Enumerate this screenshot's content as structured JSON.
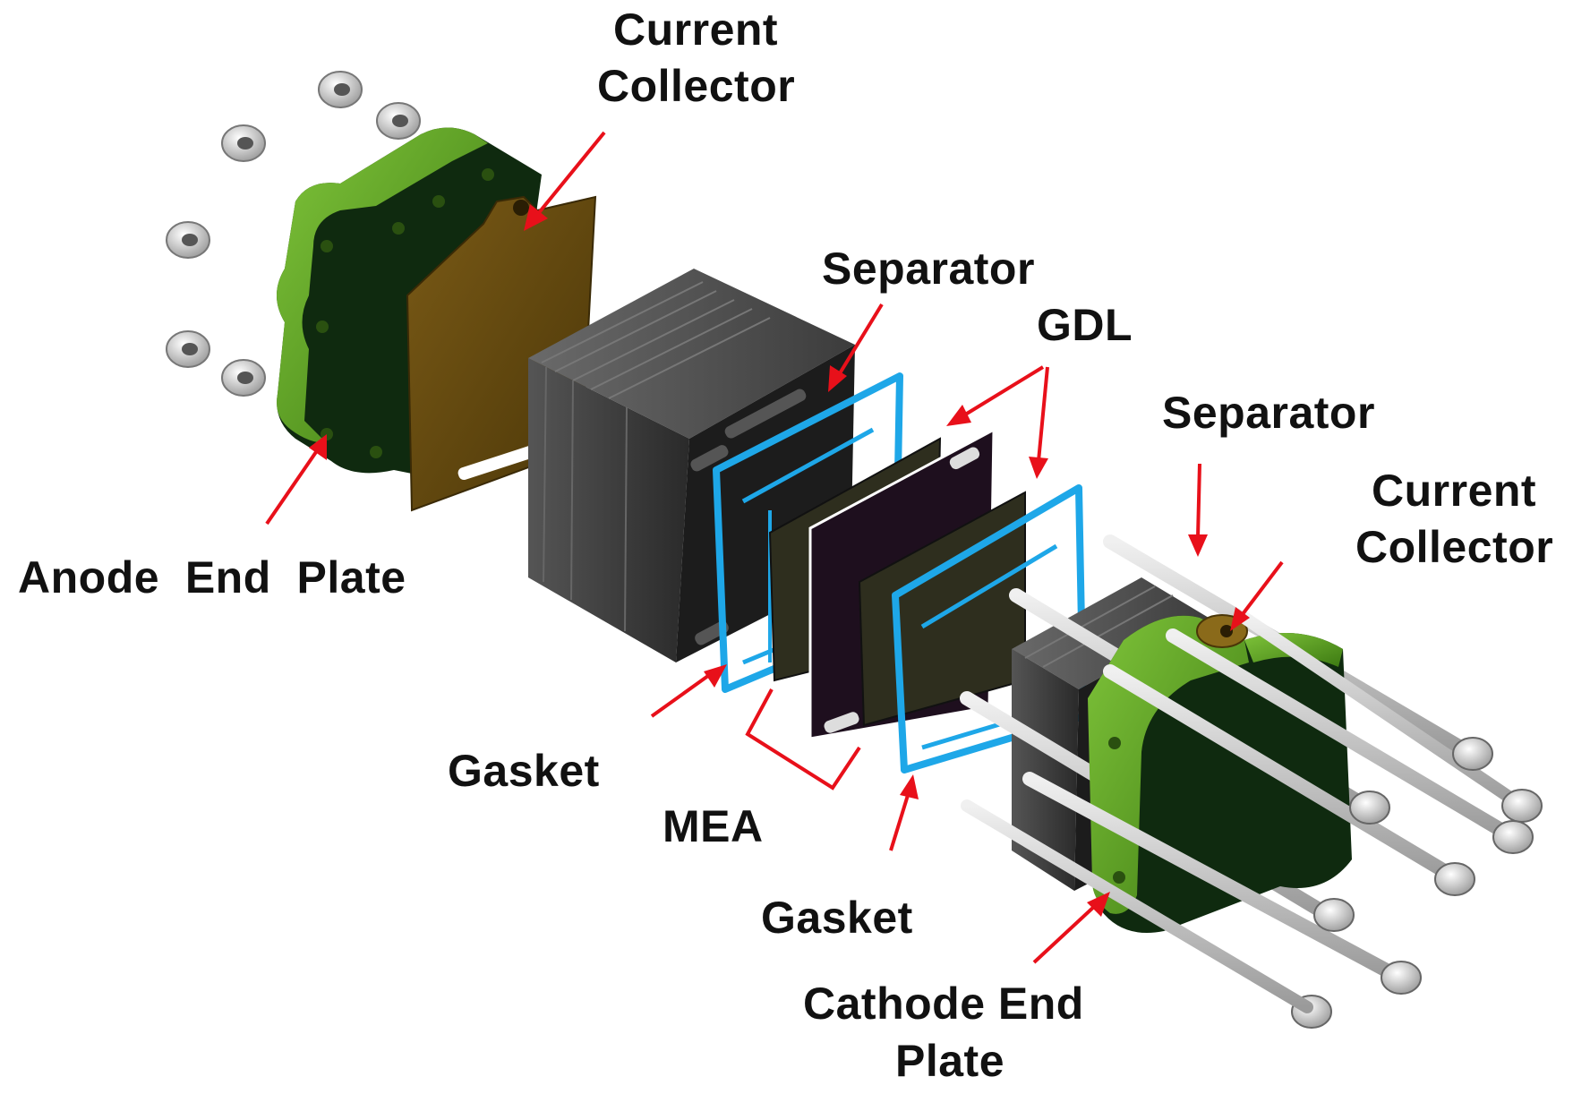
{
  "labels": {
    "current_collector_top_line1": "Current",
    "current_collector_top_line2": "Collector",
    "separator_left": "Separator",
    "gdl": "GDL",
    "separator_right": "Separator",
    "current_collector_right_line1": "Current",
    "current_collector_right_line2": "Collector",
    "anode_end_plate": "Anode  End  Plate",
    "gasket_left": "Gasket",
    "mea": "MEA",
    "gasket_right": "Gasket",
    "cathode_end_plate_line1": "Cathode End",
    "cathode_end_plate_line2": "Plate"
  },
  "colors": {
    "end_plate_green": "#4f9a1a",
    "end_plate_dark": "#0f2a0f",
    "current_collector_brown": "#6b4f12",
    "separator_gray": "#3a3a3a",
    "gasket_blue": "#1ea7e8",
    "arrow_red": "#e8101a",
    "rod_silver": "#c8c8c8"
  }
}
